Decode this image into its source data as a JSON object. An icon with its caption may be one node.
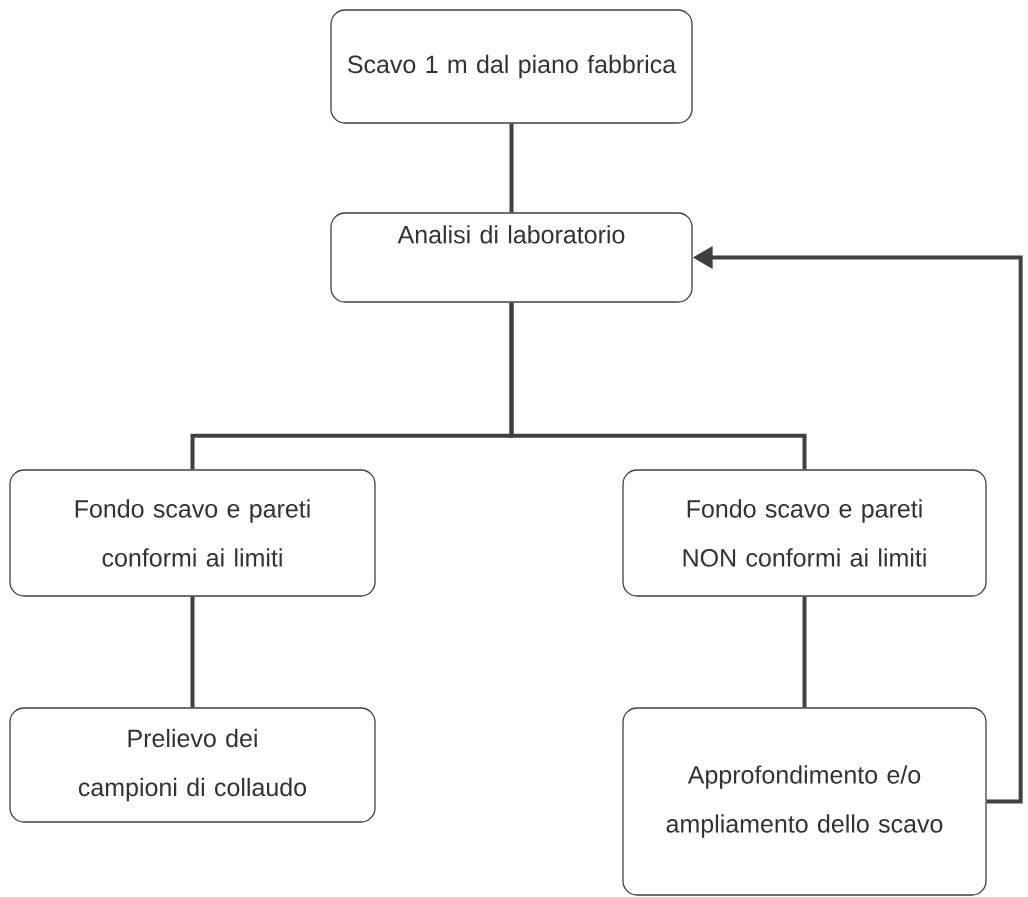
{
  "diagram": {
    "nodes": [
      {
        "text": [
          "Scavo 1 m dal piano fabbrica"
        ]
      },
      {
        "text": [
          "Analisi di laboratorio"
        ]
      },
      {
        "text": [
          "Fondo scavo e pareti conformi ai limiti"
        ]
      },
      {
        "text": [
          "Fondo scavo e pareti NON conformi ai limiti"
        ]
      },
      {
        "text": [
          "Prelievo dei campioni di collaudo"
        ]
      },
      {
        "text": [
          "Approfondimento e/o ampliamento dello scavo"
        ]
      }
    ],
    "edges": [
      {
        "from": 0,
        "to": 1,
        "arrow": "none"
      },
      {
        "from": 1,
        "to": 2,
        "arrow": "none"
      },
      {
        "from": 1,
        "to": 3,
        "arrow": "none"
      },
      {
        "from": 2,
        "to": 4,
        "arrow": "none"
      },
      {
        "from": 3,
        "to": 5,
        "arrow": "none"
      },
      {
        "from": 5,
        "to": 1,
        "arrow": "to"
      }
    ]
  }
}
